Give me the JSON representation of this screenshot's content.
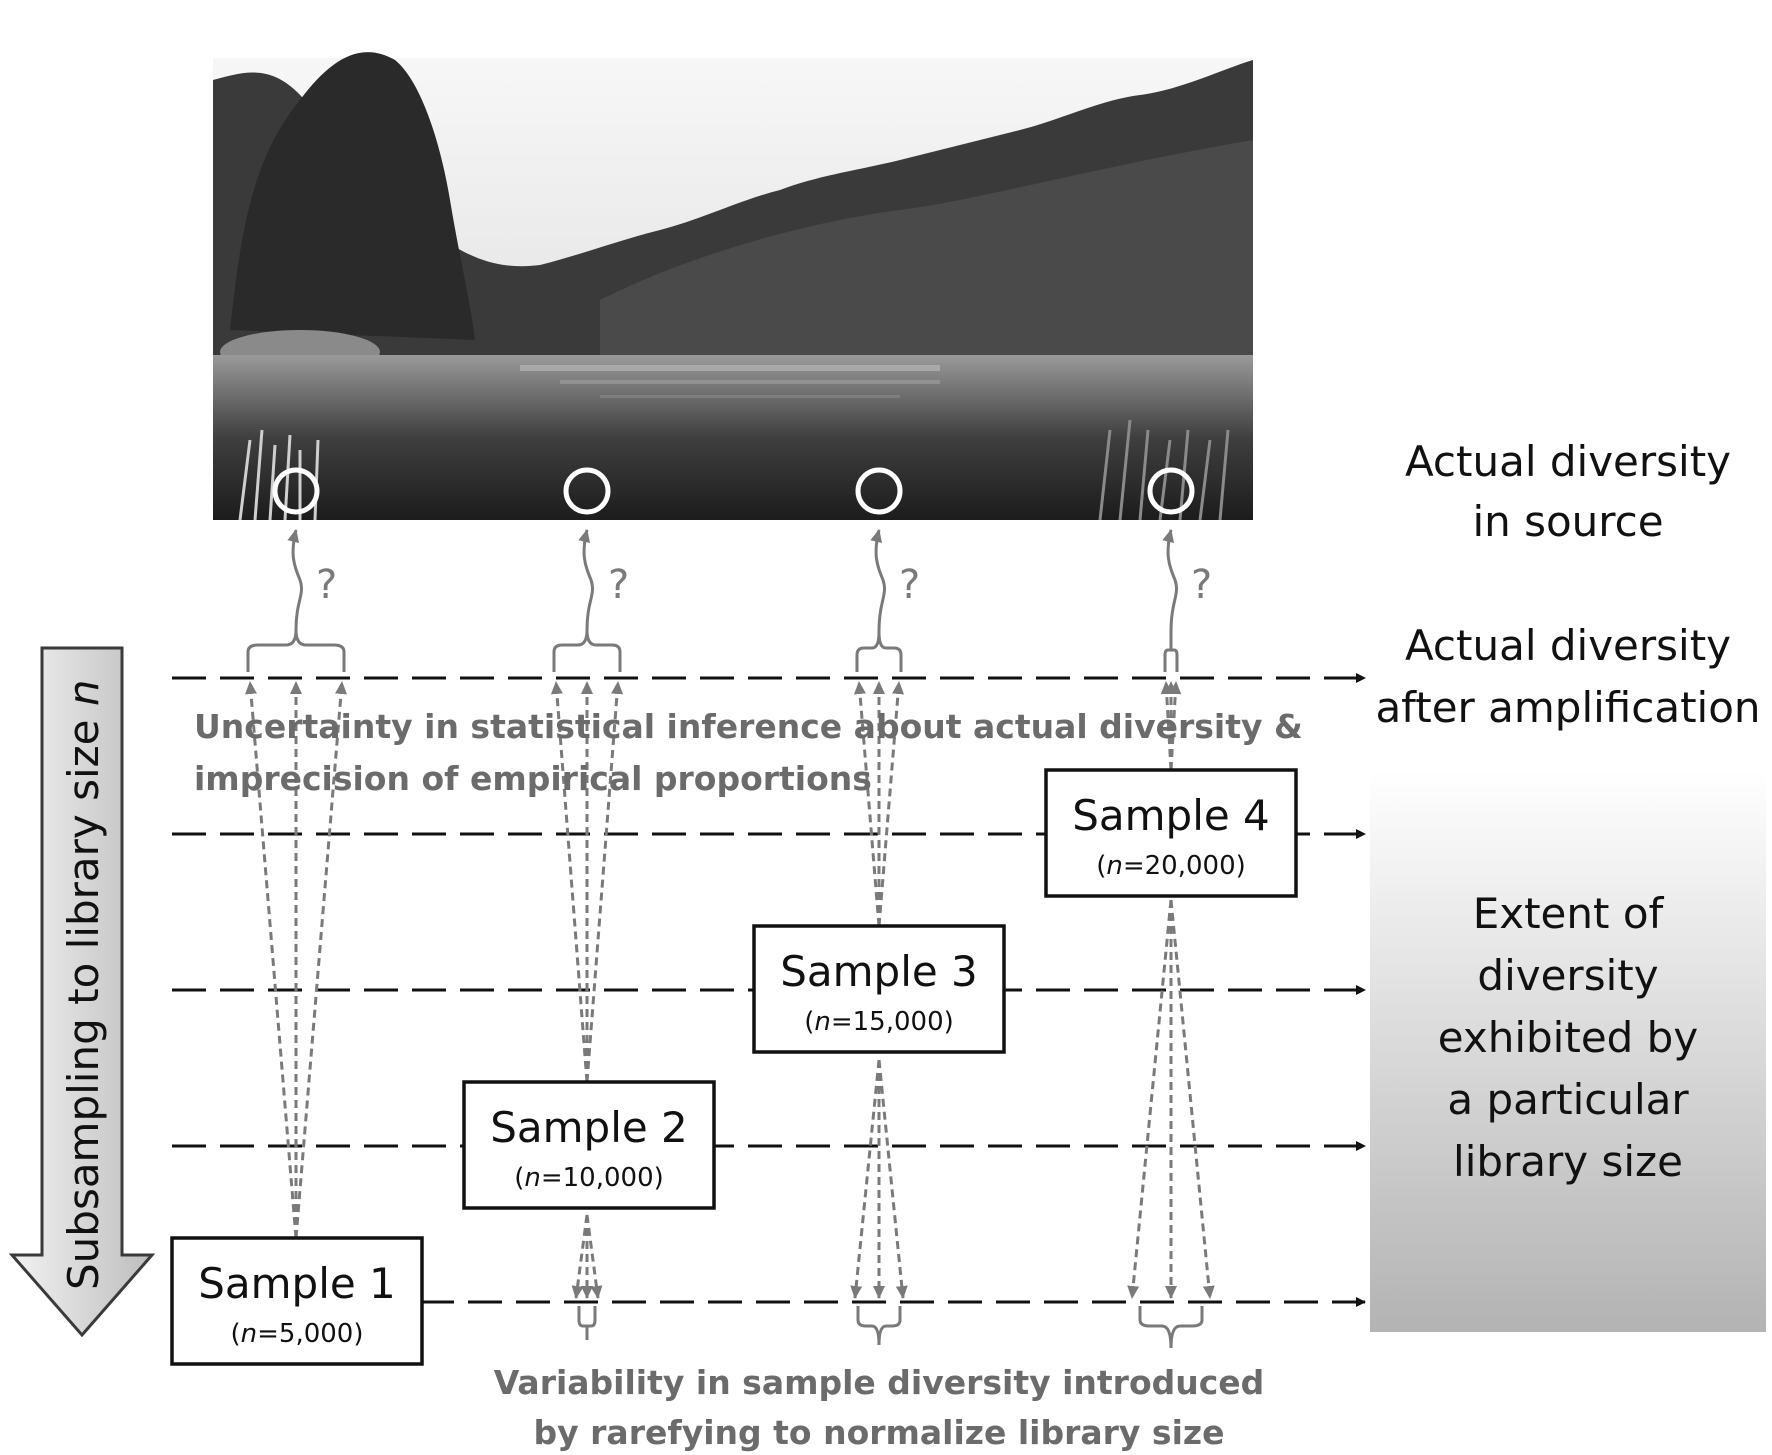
{
  "labels": {
    "actual_source": [
      "Actual diversity",
      "in source"
    ],
    "actual_amplification": [
      "Actual diversity",
      "after amplification"
    ],
    "extent": [
      "Extent of",
      "diversity",
      "exhibited by",
      "a particular",
      "library size"
    ],
    "subsampling": "Subsampling to library size n",
    "uncertainty": [
      "Uncertainty in statistical inference about actual diversity &",
      "imprecision of empirical proportions"
    ],
    "variability": [
      "Variability in sample diversity introduced",
      "by rarefying to normalize library size"
    ],
    "question_mark": "?"
  },
  "samples": [
    {
      "title": "Sample 1",
      "n_prefix": "n",
      "n_value": "=5,000"
    },
    {
      "title": "Sample 2",
      "n_prefix": "n",
      "n_value": "=10,000"
    },
    {
      "title": "Sample 3",
      "n_prefix": "n",
      "n_value": "=15,000"
    },
    {
      "title": "Sample 4",
      "n_prefix": "n",
      "n_value": "=20,000"
    }
  ],
  "colors": {
    "line": "#111111",
    "arrow_gray": "#7a7a7a",
    "note_gray": "#6b6b6b",
    "panel_top": "#ffffff",
    "panel_bottom": "#b5b5b5",
    "big_arrow": "#cfcfcf"
  }
}
